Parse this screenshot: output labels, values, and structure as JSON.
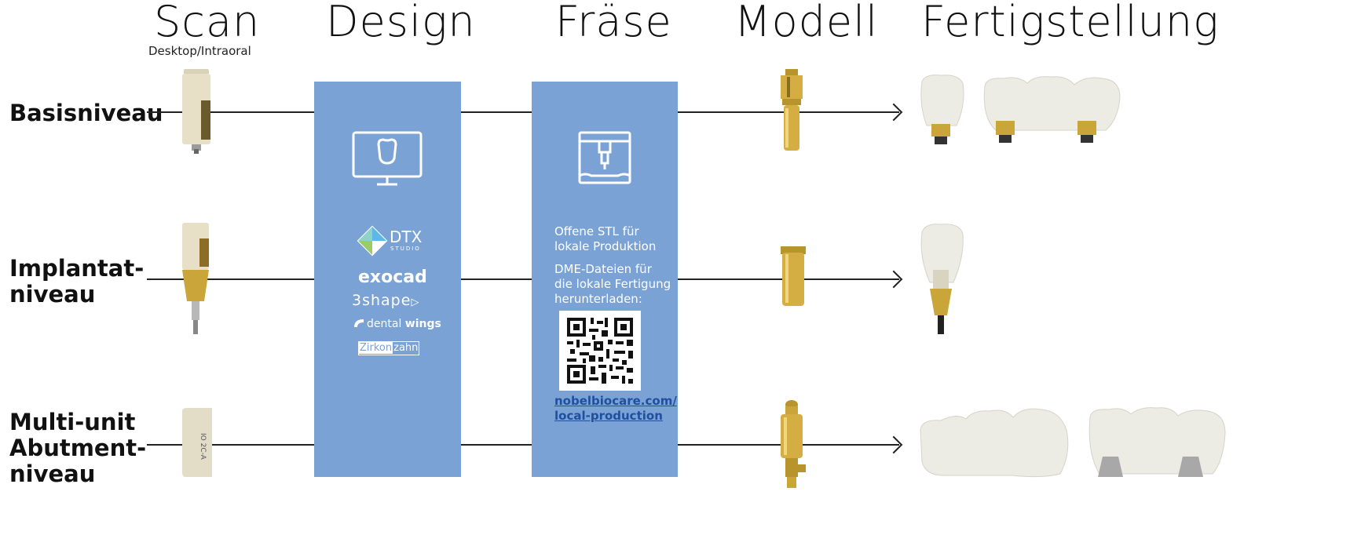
{
  "columns": {
    "scan": "Scan",
    "scan_sub": "Desktop/Intraoral",
    "design": "Design",
    "fraese": "Fräse",
    "modell": "Modell",
    "fertigstellung": "Fertigstellung"
  },
  "rows": {
    "row1": "Basisniveau",
    "row2": "Implantat-\nniveau",
    "row3": "Multi-unit\nAbutment-\nniveau"
  },
  "design_panel": {
    "brands": {
      "dtx_main": "DTX",
      "dtx_sub": "STUDIO",
      "exocad": "exocad",
      "shape": "3shape",
      "dental": "dental",
      "wings": "wings",
      "zirkon": "Zirkon",
      "zahn": "zahn"
    }
  },
  "mill_panel": {
    "text1": "Offene STL für\n lokale Produktion",
    "text2": "DME-Dateien für\ndie lokale Fertigung\nherunterladen:",
    "link": "nobelbiocare.com/\nlocal-production"
  },
  "colors": {
    "panel": "#7ba2d4",
    "gold": "#c9a53a",
    "ceramic": "#e8e8e2",
    "link": "#1f4fa0"
  }
}
